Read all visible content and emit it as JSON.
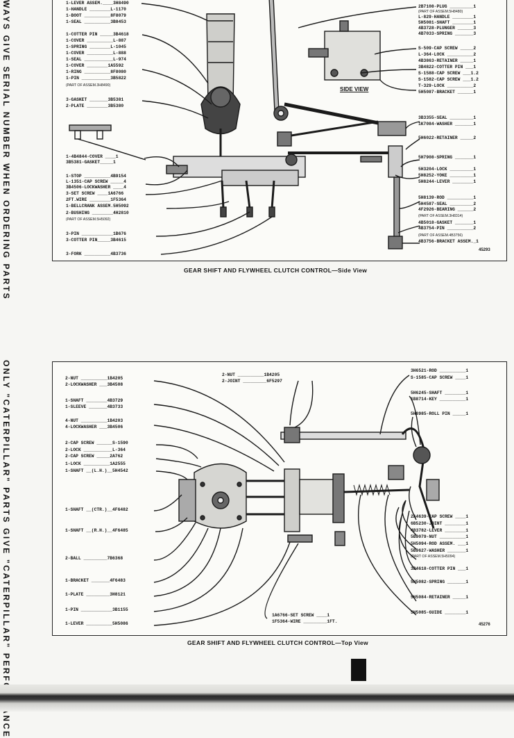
{
  "side_text_top": "WAYS GIVE SERIAL NUMBER WHEN ORDERING PARTS",
  "side_text_bottom": "ONLY \"CATERPILLAR\" PARTS GIVE \"CATERPILLAR\" PERFORMANCE",
  "top_figure": {
    "caption": "GEAR SHIFT AND FLYWHEEL CLUTCH CONTROL—Side View",
    "figure_number": "45293",
    "side_view_label": "SIDE VIEW",
    "left_labels": [
      "1-LEVER ASSEM.____3H8490",
      "1-HANDLE ________L-1170",
      "1-BOOT __________8F8079",
      "1-SEAL __________3B8453",
      "1-COTTER PIN _____3B4618",
      "1-COVER __________L-887",
      "1-SPRING ________L-1045",
      "1-COVER __________L-888",
      "1-SEAL ___________L-974",
      "1-COVER ________1A5592",
      "1-RING __________8F8080",
      "1-PIN ___________3B5822",
      "(PART OF ASSEM.3H8490)",
      "3-GASKET _______3B5381",
      "2-PLATE ________3B5380",
      "1-4B4844-COVER ____1",
      "3B5381-GASKET_____1",
      "1-STOP __________4B9154",
      "L-1351-CAP SCREW _____4",
      "3B4506-LOCKWASHER ____4",
      "3-SET SCREW ____1A6766",
      "2FT.WIRE ________1F5364",
      "1-BELLCRANK ASSEM.5H5092",
      "2-BUSHING ________4H2810",
      "(PART OF ASSEM.5H5092)",
      "3-PIN ____________1B676",
      "3-COTTER PIN_____3B4615",
      "3-FORK __________4B3736"
    ],
    "right_labels": [
      "2B7108-PLUG _________1",
      "(PART OF ASSEM.5H8480)",
      "L-829-HANDLE ________1",
      "5H5081-SHAFT ________1",
      "4B3728-PLUNGER ______3",
      "4B7033-SPRING _______3",
      "S-509-CAP SCREW _____2",
      "L-364-LOCK __________2",
      "4B3863-RETAINER _____1",
      "3B4822-COTTER PIN ___1",
      "S-1588-CAP SCREW ___1.2",
      "S-1582-CAP SCREW ___1.2",
      "T-329-LOCK __________2",
      "5H5087-BRACKET ______1",
      "3B3355-SEAL _________1",
      "1K7084-WASHER _______1",
      "5H6022-RETAINER _____2",
      "5H7908-SPRING _______1",
      "5H3204-LOCK _________1",
      "5H8252-YOKE _________1",
      "5H8244-LEVER ________1",
      "5H8139-ROD __________1",
      "5H4587-SEAL _________2",
      "4F2926-BEARING ______2",
      "(PART OF ASSEM.3H8314)",
      "4B5018-GASKET _______1",
      "4B3754-PIN __________2",
      "(PART OF ASSEM.4B3756)",
      "4B3756-BRACKET ASSEM._1"
    ]
  },
  "bottom_figure": {
    "caption": "GEAR SHIFT AND FLYWHEEL CLUTCH CONTROL—Top View",
    "figure_number": "45276",
    "left_labels": [
      "2-NUT __________1B4205",
      "2-LOCKWASHER ___3B4508",
      "1-SHAFT ________4B3729",
      "1-SLEEVE _______4B3733",
      "4-NUT __________1B4203",
      "4-LOCKWASHER ___3B4506",
      "2-CAP SCREW ______S-1590",
      "2-LOCK ___________L-364",
      "2-CAP SCREW _____2A762",
      "1-LOCK __________1A2555",
      "1-SHAFT __(L.H.)__5H4542",
      "1-SHAFT __(CTR.)__4F6482",
      "1-SHAFT __(R.H.)__4F6485",
      "2-BALL _________7B6368",
      "1-BRACKET _______4F6483",
      "1-PLATE _________3H8121",
      "1-PIN ____________3B1155",
      "1-LEVER __________5H5086"
    ],
    "top_labels": [
      "2-NUT __________1B4205",
      "2-JOINT _________6F5297"
    ],
    "bottom_center_labels": [
      "1A6766-SET SCREW ____1",
      "1F5364-WIRE _________1FT."
    ],
    "right_labels": [
      "3H6521-ROD __________1",
      "S-1585-CAP SCREW ____1",
      "5H6245-SHAFT ________1",
      "1B8714-KEY __________1",
      "5H8985-ROLL PIN _____1",
      "2A4639-CAP SCREW ____1",
      "6B5230-JOINT ________1",
      "4B3782-LEVER ________1",
      "5B9079-NUT __________1",
      "5H5094-ROD ASSEM. ___1",
      "5B9627-WASHER _______1",
      "(PART OF ASSEM.5H5094)",
      "3B4618-COTTER PIN ___1",
      "5H5082-SPRING _______1",
      "5H5084-RETAINER _____1",
      "5H5085-GUIDE ________1"
    ]
  }
}
